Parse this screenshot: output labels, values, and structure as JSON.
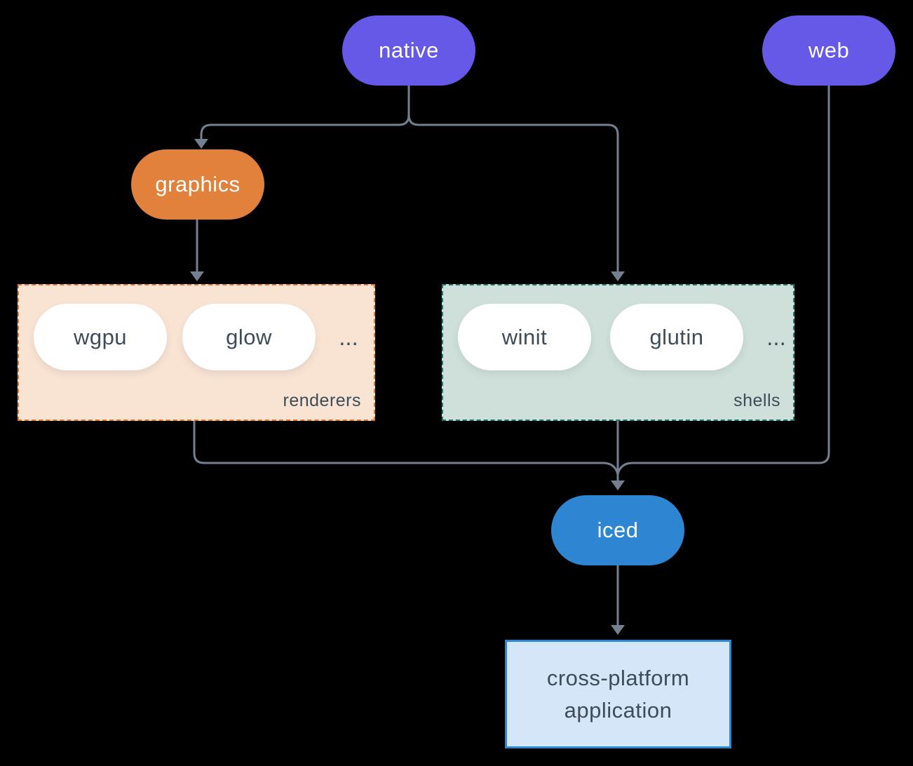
{
  "diagram": {
    "nodes": {
      "native": "native",
      "web": "web",
      "graphics": "graphics",
      "iced": "iced",
      "application": "cross-platform application"
    },
    "groups": {
      "renderers": {
        "label": "renderers",
        "items": [
          "wgpu",
          "glow"
        ],
        "more": "..."
      },
      "shells": {
        "label": "shells",
        "items": [
          "winit",
          "glutin"
        ],
        "more": "..."
      }
    },
    "edges": [
      "native -> graphics",
      "native -> shells",
      "graphics -> renderers",
      "renderers -> iced",
      "shells -> iced",
      "web -> iced",
      "iced -> application"
    ],
    "colors": {
      "background": "#000000",
      "purple_node": "#6659e8",
      "orange_node": "#e2813c",
      "blue_node": "#2e86d3",
      "renderers_fill": "#f9e3d3",
      "renderers_border": "#e8772e",
      "shells_fill": "#cfdfd9",
      "shells_border": "#1e7a6d",
      "white_node_fill": "#ffffff",
      "dark_text": "#3d4c59",
      "application_fill": "#d4e6f7",
      "application_border": "#2d87d4",
      "connector": "#74808f"
    }
  }
}
